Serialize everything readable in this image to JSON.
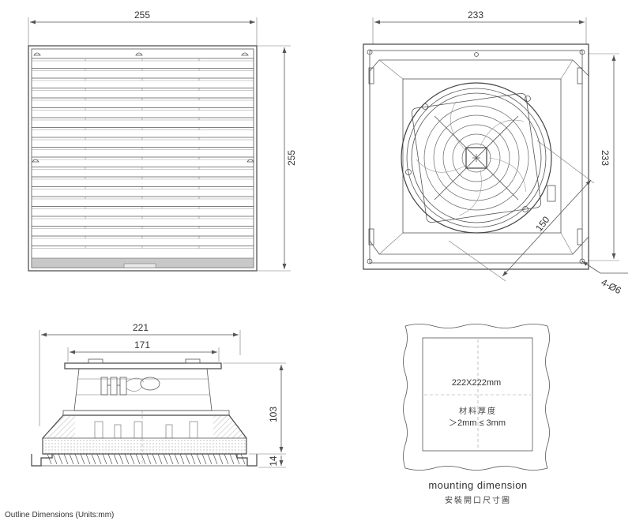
{
  "front_view": {
    "width_label": "255",
    "height_label": "255"
  },
  "rear_view": {
    "width_label": "233",
    "height_label": "233",
    "hole_spacing_label": "150",
    "holes_label": "4-Ø6"
  },
  "side_view": {
    "outer_width_label": "221",
    "inner_width_label": "171",
    "depth_label": "103",
    "flange_label": "14"
  },
  "mounting": {
    "cutout_label": "222X222mm",
    "thickness_title_cjk": "材料厚度",
    "thickness_range": "＞2mm ≤ 3mm",
    "caption": "mounting dimension",
    "caption_cjk": "安裝開口尺寸圖"
  },
  "footer": {
    "text": "Outline Dimensions (Units:mm)"
  }
}
